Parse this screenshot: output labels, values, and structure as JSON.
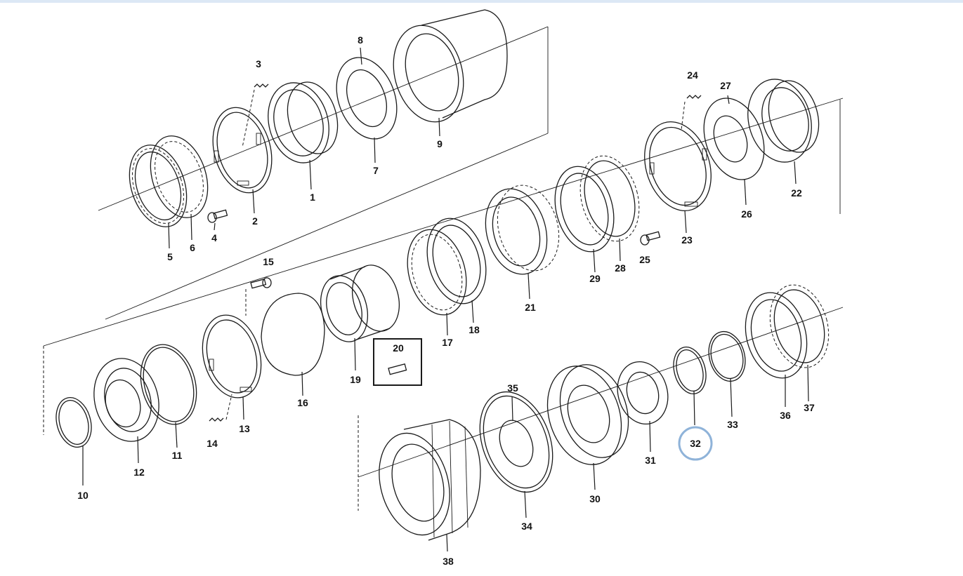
{
  "diagram": {
    "colors": {
      "line": "#1a1a1a",
      "highlight": "#8fb3d9",
      "topbar": "#dce8f5"
    },
    "labels": {
      "p1": "1",
      "p2": "2",
      "p3": "3",
      "p4": "4",
      "p5": "5",
      "p6": "6",
      "p7": "7",
      "p8": "8",
      "p9": "9",
      "p10": "10",
      "p11": "11",
      "p12": "12",
      "p13": "13",
      "p14": "14",
      "p15": "15",
      "p16": "16",
      "p17": "17",
      "p18": "18",
      "p19": "19",
      "p20": "20",
      "p21": "21",
      "p22": "22",
      "p23": "23",
      "p24": "24",
      "p25": "25",
      "p26": "26",
      "p27": "27",
      "p28": "28",
      "p29": "29",
      "p30": "30",
      "p31": "31",
      "p32": "32",
      "p33": "33",
      "p34": "34",
      "p35": "35",
      "p36": "36",
      "p37": "37",
      "p38": "38"
    },
    "selected_part": "32"
  }
}
